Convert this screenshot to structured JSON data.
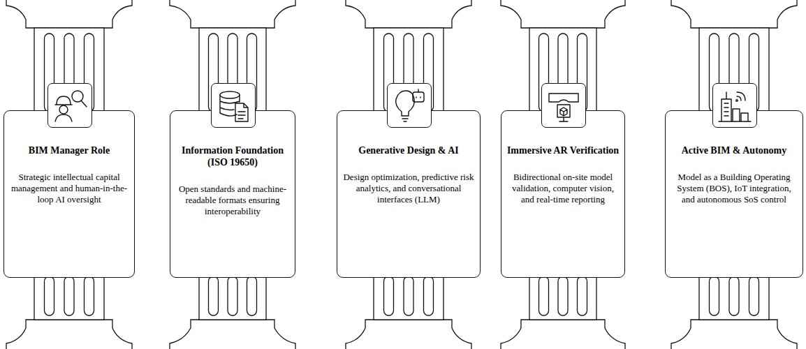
{
  "diagram": {
    "nodes": [
      {
        "text": [
          "BIM Manager Role",
          "Strategic intellectual capital management and human-in-the-loop AI oversight"
        ]
      },
      {
        "text": [
          "Information Foundation (ISO 19650)",
          "Open standards and machine-readable formats ensuring interoperability"
        ]
      },
      {
        "text": [
          "Generative Design & AI",
          "Design optimization, predictive risk analytics, and conversational interfaces (LLM)"
        ]
      },
      {
        "text": [
          "Immersive AR Verification",
          "Bidirectional on-site model validation, computer vision, and real-time reporting"
        ]
      },
      {
        "text": [
          "Active BIM & Autonomy",
          "Model as a Building Operating System (BOS), IoT integration, and autonomous SoS control"
        ]
      }
    ]
  }
}
